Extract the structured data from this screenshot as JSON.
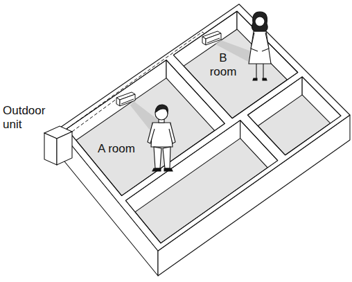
{
  "diagram": {
    "labels": [
      "Outdoor unit",
      "A room",
      "B room"
    ]
  }
}
